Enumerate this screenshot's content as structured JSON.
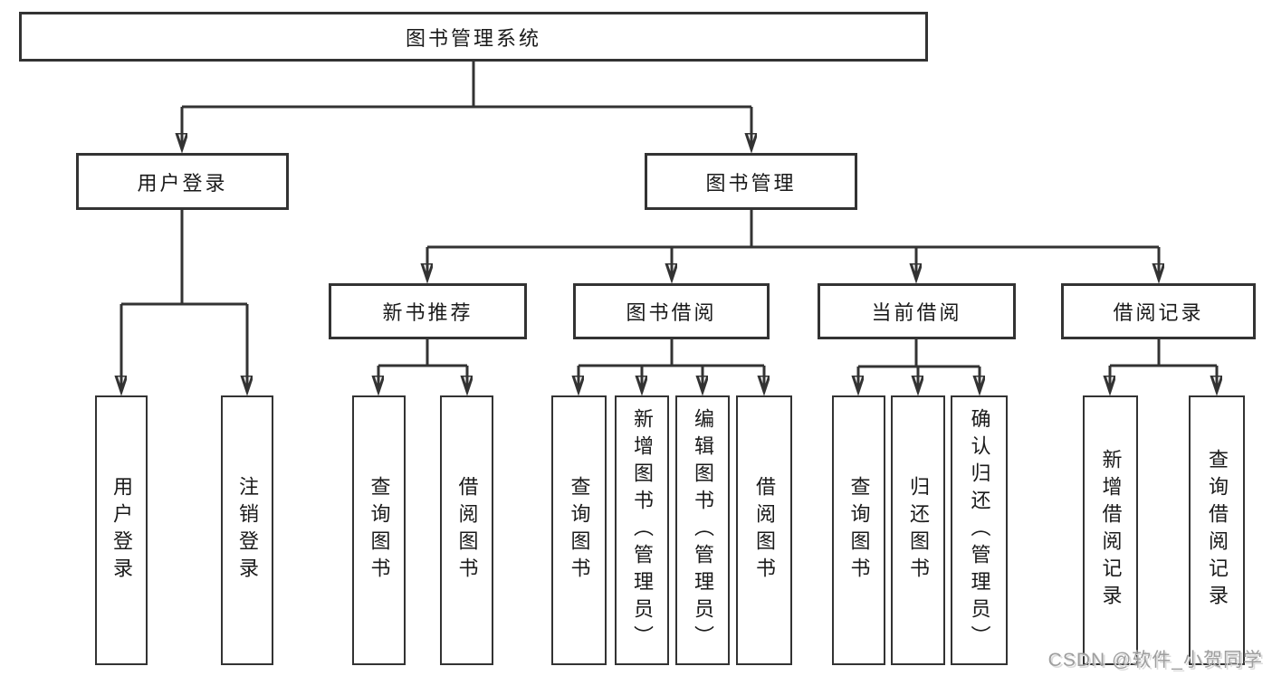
{
  "diagram_title": "图书管理系统",
  "tree": {
    "label": "图书管理系统",
    "children": [
      {
        "label": "用户登录",
        "children": [
          {
            "label": "用户登录"
          },
          {
            "label": "注销登录"
          }
        ]
      },
      {
        "label": "图书管理",
        "children": [
          {
            "label": "新书推荐",
            "children": [
              {
                "label": "查询图书"
              },
              {
                "label": "借阅图书"
              }
            ]
          },
          {
            "label": "图书借阅",
            "children": [
              {
                "label": "查询图书"
              },
              {
                "label": "新增图书（管理员）"
              },
              {
                "label": "编辑图书（管理员）"
              },
              {
                "label": "借阅图书"
              }
            ]
          },
          {
            "label": "当前借阅",
            "children": [
              {
                "label": "查询图书"
              },
              {
                "label": "归还图书"
              },
              {
                "label": "确认归还（管理员）"
              }
            ]
          },
          {
            "label": "借阅记录",
            "children": [
              {
                "label": "新增借阅记录"
              },
              {
                "label": "查询借阅记录"
              }
            ]
          }
        ]
      }
    ]
  },
  "watermark": {
    "text": "CSDN @软件_小贺同学"
  },
  "colors": {
    "line": "#333333",
    "box_border": "#333333",
    "text": "#1a1a1a",
    "background": "#ffffff",
    "watermark": "#9e9e9e"
  }
}
